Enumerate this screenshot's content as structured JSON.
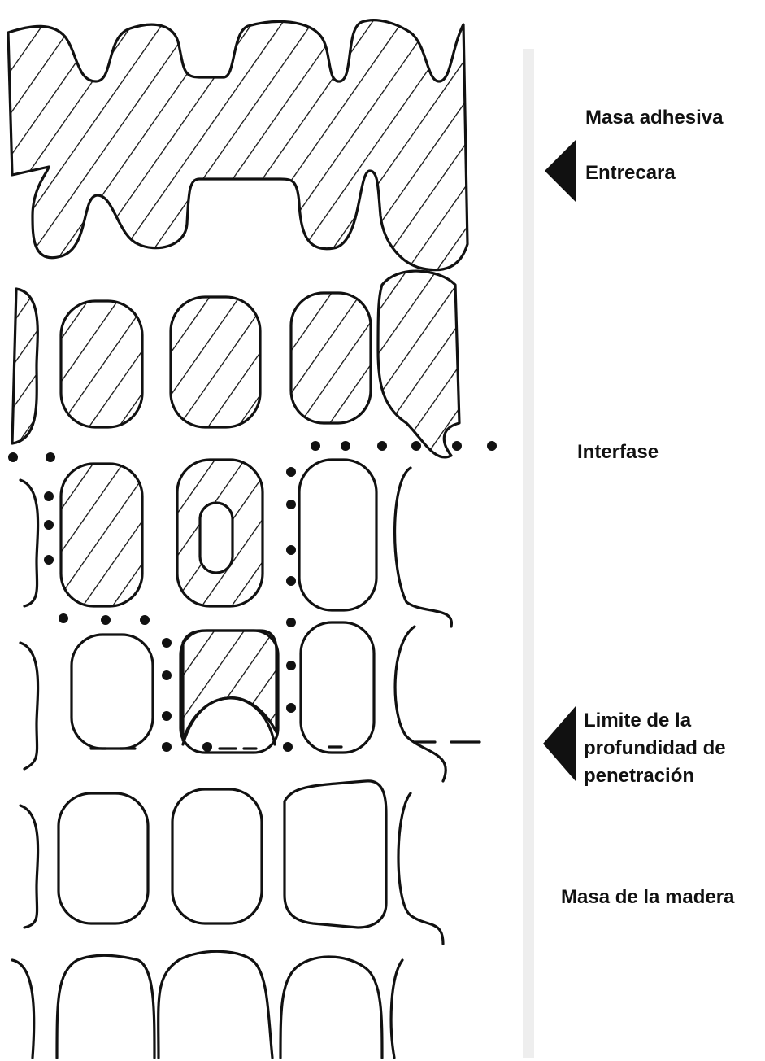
{
  "diagram": {
    "labels": {
      "adhesive_mass": "Masa adhesiva",
      "interface_face": "Entrecara",
      "interphase": "Interfase",
      "penetration_limit": [
        "Limite de la",
        "profundidad de",
        "penetración"
      ],
      "wood_mass": "Masa de la madera"
    },
    "colors": {
      "ink": "#111111",
      "background": "#ffffff",
      "guide_line": "#eeeeee"
    }
  }
}
